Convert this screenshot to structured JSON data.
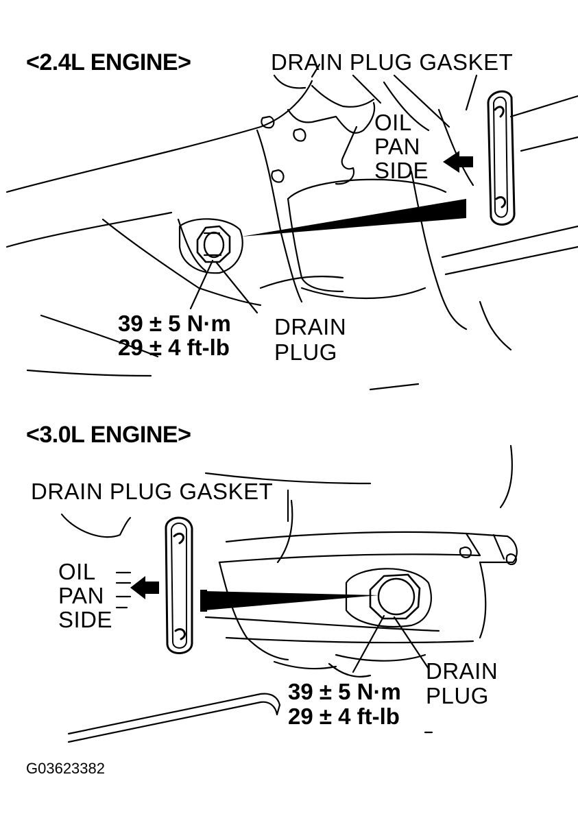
{
  "figure_code": "G03623382",
  "top_view": {
    "heading": "<2.4L ENGINE>",
    "gasket_label": "DRAIN PLUG GASKET",
    "side_label": [
      "OIL",
      "PAN",
      "SIDE"
    ],
    "torque_nm": "39 ± 5 N·m",
    "torque_ftlb": "29 ± 4 ft-lb",
    "plug_label": [
      "DRAIN",
      "PLUG"
    ]
  },
  "bottom_view": {
    "heading": "<3.0L ENGINE>",
    "gasket_label": "DRAIN PLUG GASKET",
    "side_label": [
      "OIL",
      "PAN",
      "SIDE"
    ],
    "torque_nm": "39 ± 5 N·m",
    "torque_ftlb": "29 ± 4 ft-lb",
    "plug_label": [
      "DRAIN",
      "PLUG"
    ]
  },
  "colors": {
    "ink": "#000000",
    "paper": "#ffffff"
  }
}
